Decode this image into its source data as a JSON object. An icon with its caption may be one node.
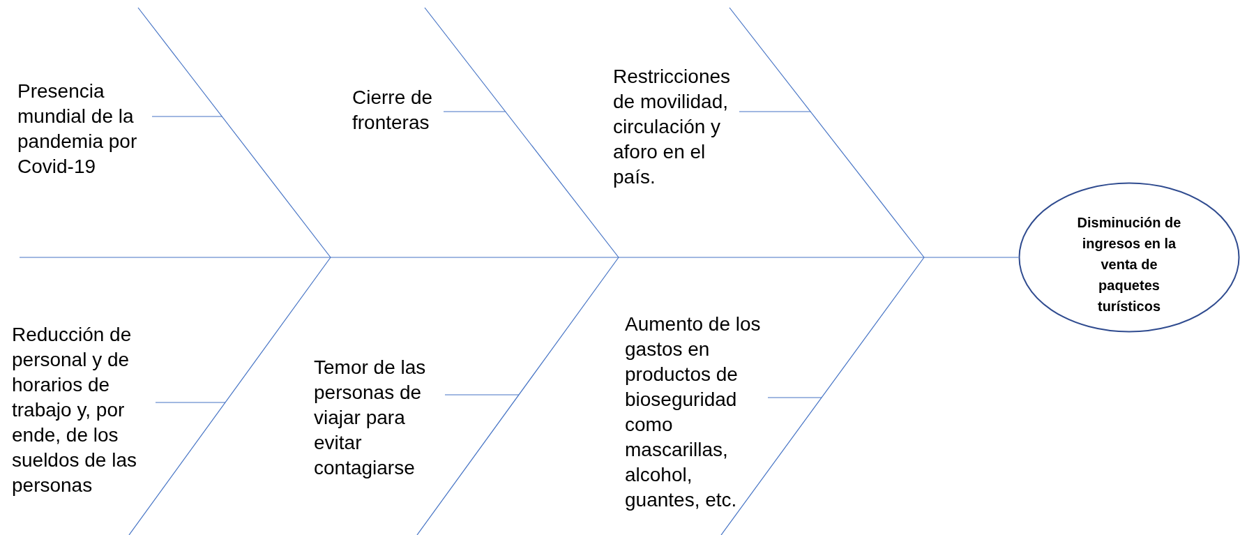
{
  "diagram": {
    "nodes": [
      {
        "text": [
          "Disminución de ingresos en la venta de paquetes turísticos"
        ]
      },
      {
        "text": [
          "Presencia mundial de la pandemia por Covid-19"
        ]
      },
      {
        "text": [
          "Cierre de fronteras"
        ]
      },
      {
        "text": [
          "Restricciones de movilidad, circulación y aforo en el país."
        ]
      },
      {
        "text": [
          "Reducción de personal y de horarios de trabajo y, por ende, de los sueldos de las personas"
        ]
      },
      {
        "text": [
          "Temor de las personas de viajar para evitar contagiarse"
        ]
      },
      {
        "text": [
          "Aumento de los gastos en productos de bioseguridad como mascarillas, alcohol, guantes, etc."
        ]
      },
      {
        "text": [],
        "shape": "bar"
      },
      {
        "text": [],
        "shape": "bar"
      },
      {
        "text": [],
        "shape": "bar"
      },
      {
        "text": [],
        "shape": "bar"
      },
      {
        "text": [],
        "shape": "bar"
      },
      {
        "text": [],
        "shape": "bar"
      },
      {
        "text": [],
        "shape": "bar"
      }
    ],
    "edges": [
      {
        "from": 13,
        "to": 0,
        "arrow": "none"
      },
      {
        "from": 1,
        "to": 7,
        "arrow": "none"
      },
      {
        "from": 2,
        "to": 9,
        "arrow": "none"
      },
      {
        "from": 3,
        "to": 11,
        "arrow": "none"
      },
      {
        "from": 4,
        "to": 8,
        "arrow": "none"
      },
      {
        "from": 5,
        "to": 10,
        "arrow": "none"
      },
      {
        "from": 6,
        "to": 12,
        "arrow": "none"
      }
    ]
  }
}
